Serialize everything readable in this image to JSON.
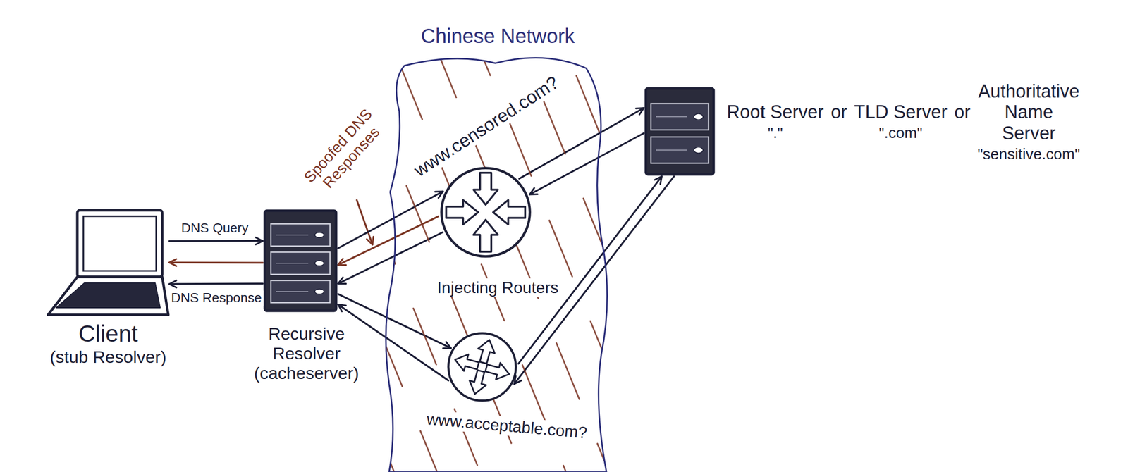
{
  "diagram": {
    "nodes": [
      {
        "text": [
          "Client",
          "(stub Resolver)"
        ]
      },
      {
        "text": [
          "Recursive Resolver (cacheserver)"
        ]
      },
      {
        "text": [
          "Chinese Network"
        ]
      },
      {
        "text": [
          "Injecting Routers"
        ],
        "in": 2
      },
      {
        "text": [
          "www.acceptable.com?"
        ],
        "in": 2
      },
      {
        "text": [
          "Root Server",
          "\".\"",
          "or",
          "TLD Server",
          "\".com\"",
          "or",
          "Authoritative Name Server",
          "\"sensitive.com\""
        ]
      }
    ],
    "edges": [
      {
        "from": 0,
        "to": 1,
        "arrow": "to",
        "label": "DNS Query"
      },
      {
        "from": 1,
        "to": 0,
        "arrow": "to"
      },
      {
        "from": 1,
        "to": 0,
        "arrow": "to",
        "label": "DNS Response"
      },
      {
        "from": 1,
        "to": 3,
        "arrow": "to",
        "label": "www.censored.com?"
      },
      {
        "from": 3,
        "to": 1,
        "arrow": "to",
        "label": "Spoofed DNS Responses"
      },
      {
        "from": 3,
        "to": 1,
        "arrow": "to"
      },
      {
        "from": 3,
        "to": 5,
        "arrow": "to"
      },
      {
        "from": 5,
        "to": 3,
        "arrow": "to"
      },
      {
        "from": 1,
        "to": 4,
        "arrow": "to"
      },
      {
        "from": 4,
        "to": 1,
        "arrow": "to"
      },
      {
        "from": 4,
        "to": 5,
        "arrow": "to"
      },
      {
        "from": 5,
        "to": 4,
        "arrow": "to"
      }
    ]
  }
}
